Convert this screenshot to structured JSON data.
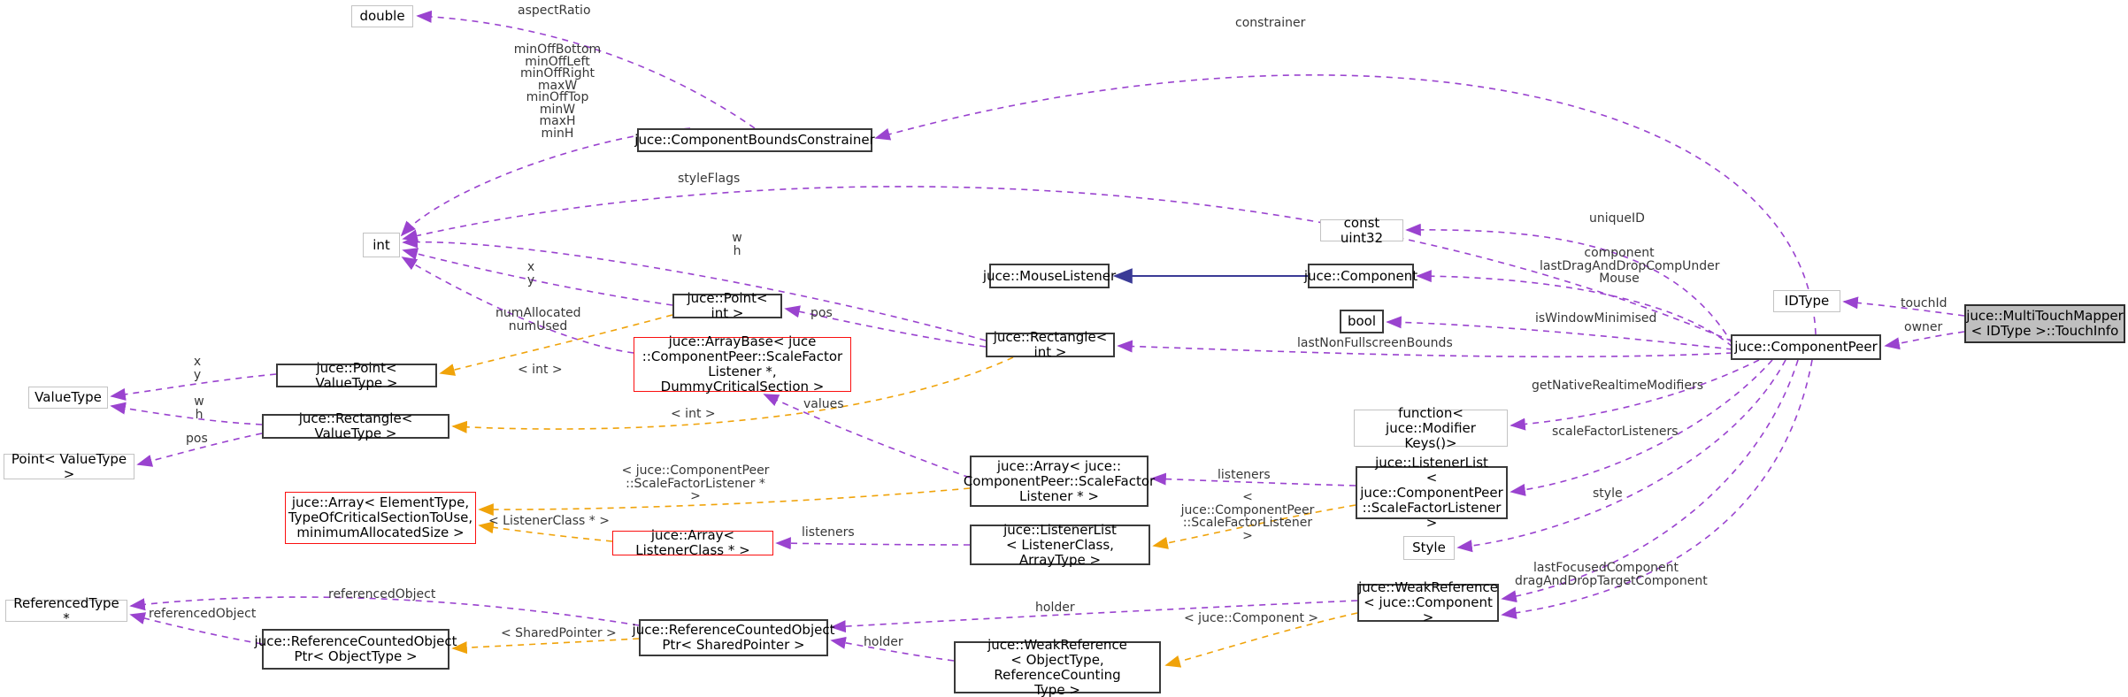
{
  "diagram_type": "collaboration-graph",
  "colors": {
    "purple": "#9a43cf",
    "orange": "#f0a30a",
    "blue": "#3a3a96",
    "node_border_dark": "#3a3a3a",
    "node_border_gray": "#c3c3c3",
    "node_border_red": "#fb0f0f",
    "main_node_fill": "#bfbfbf"
  },
  "nodes": {
    "double": "double",
    "cbc": "juce::ComponentBoundsConstrainer",
    "int": "int",
    "point_int": "juce::Point< int >",
    "arraybase": "juce::ArrayBase< juce\n::ComponentPeer::ScaleFactor\nListener *, DummyCriticalSection >",
    "rect_int": "juce::Rectangle< int >",
    "mouse_listener": "juce::MouseListener",
    "component": "juce::Component",
    "const_uint32": "const uint32",
    "bool": "bool",
    "idtype": "IDType",
    "component_peer": "juce::ComponentPeer",
    "touchinfo": "juce::MultiTouchMapper\n< IDType >::TouchInfo",
    "valuetype": "ValueType",
    "point_valuetype": "juce::Point< ValueType >",
    "rect_valuetype": "juce::Rectangle< ValueType >",
    "point_valuetype_plain": "Point< ValueType >",
    "array_elementtype": "juce::Array< ElementType,\nTypeOfCriticalSectionToUse,\nminimumAllocatedSize >",
    "array_listenerclass": "juce::Array< ListenerClass * >",
    "listenerlist_generic": "juce::ListenerList\n< ListenerClass, ArrayType >",
    "array_sfl": "juce::Array< juce::\nComponentPeer::ScaleFactor\nListener * >",
    "listenerlist_sfl": "juce::ListenerList\n< juce::ComponentPeer\n::ScaleFactorListener >",
    "function_mk": "function< juce::Modifier\nKeys()>",
    "style_node": "Style",
    "weakref_component": "juce::WeakReference\n< juce::Component >",
    "weakref_objecttype": "juce::WeakReference\n< ObjectType, ReferenceCounting\nType >",
    "ptr_sharedpointer": "juce::ReferenceCountedObject\nPtr< SharedPointer >",
    "ptr_objecttype": "juce::ReferenceCountedObject\nPtr< ObjectType >",
    "referencedtype": "ReferencedType *"
  },
  "edge_labels": {
    "aspect_ratio": "aspectRatio",
    "constrainer": "constrainer",
    "min_offsets": "minOffBottom\nminOffLeft\nminOffRight\nmaxW\nminOffTop\nminW\nmaxH\nminH",
    "style_flags": "styleFlags",
    "wh_right": "w\nh",
    "xy_right": "x\ny",
    "num_allocated": "numAllocated\nnumUsed",
    "int_tmpl_upper": "< int >",
    "int_tmpl_lower": "< int >",
    "pos_mid": "pos",
    "unique_id": "uniqueID",
    "component_multi": "component\nlastDragAndDropCompUnder\nMouse",
    "is_window_minimised": "isWindowMinimised",
    "last_non_fullscreen": "lastNonFullscreenBounds",
    "get_native": "getNativeRealtimeModifiers",
    "scale_factor_listeners": "scaleFactorListeners",
    "style": "style",
    "last_focused": "lastFocusedComponent\ndragAndDropTargetComponent",
    "touch_id": "touchId",
    "owner": "owner",
    "listeners_right": "listeners",
    "sfl_tmpl": "< juce::ComponentPeer\n::ScaleFactorListener >",
    "sfl_star_tmpl": "< juce::ComponentPeer\n::ScaleFactorListener * >",
    "listenerclass_star_tmpl": "< ListenerClass * >",
    "listeners_left": "listeners",
    "values": "values",
    "holder_upper": "holder",
    "component_tmpl": "< juce::Component >",
    "holder_lower": "holder",
    "sharedpointer_tmpl": "< SharedPointer >",
    "referenced_object_upper": "referencedObject",
    "referenced_object_lower": "referencedObject",
    "xy_left": "x\ny",
    "wh_left": "w\nh",
    "pos_left": "pos"
  }
}
